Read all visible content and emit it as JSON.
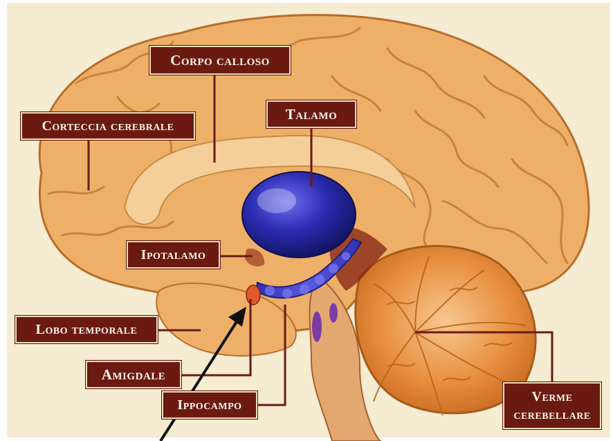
{
  "labels": {
    "corpo_calloso": "Corpo calloso",
    "talamo": "Talamo",
    "corteccia": "Corteccia cerebrale",
    "ipotalamo": "Ipotalamo",
    "lobo_temporale": "Lobo temporale",
    "amigdale": "Amigdale",
    "ippocampo": "Ippocampo",
    "verme_line1": "Verme",
    "verme_line2": "cerebellare"
  },
  "colors": {
    "label_bg": "#6b1a12",
    "label_text": "#fff8ea",
    "leader_line": "#6b1a12",
    "brain_tissue": "#e8a45a",
    "brain_outline": "#b86d2c",
    "thalamus": "#2a2a9c",
    "hippocampus": "#4a4ad0",
    "amygdala": "#e05a2a",
    "cerebellum": "#e8903a",
    "background": "#f6ecd2"
  }
}
